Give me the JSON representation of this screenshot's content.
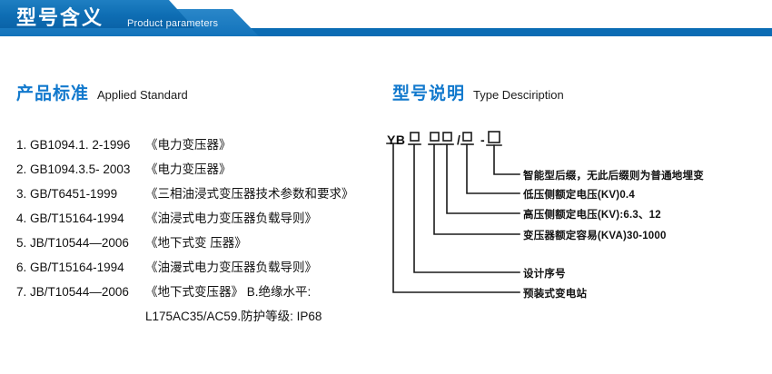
{
  "banner": {
    "title_cn": "型号含义",
    "title_en": "Product parameters",
    "color_dark": "#0b66b0",
    "color_light": "#1a7cc4",
    "color_bar": "#0b6cb4"
  },
  "sections": {
    "left": {
      "cn": "产品标准",
      "en": "Applied Standard"
    },
    "right": {
      "cn": "型号说明",
      "en": "Type Desciription"
    }
  },
  "standards": [
    {
      "index": "1.",
      "code": "GB1094.1. 2-1996",
      "name": "《电力变压器》"
    },
    {
      "index": "2.",
      "code": "GB1094.3.5- 2003",
      "name": "《电力变压器》"
    },
    {
      "index": "3.",
      "code": "GB/T6451-1999",
      "name": "《三相油浸式变压器技术参数和要求》"
    },
    {
      "index": "4.",
      "code": "GB/T15164-1994",
      "name": "《油浸式电力变压器负载导则》"
    },
    {
      "index": "5.",
      "code": "JB/T10544—2006",
      "name": "《地下式变 压器》"
    },
    {
      "index": "6.",
      "code": "GB/T15164-1994",
      "name": "《油漫式电力变压器负载导则》"
    },
    {
      "index": "7.",
      "code": "JB/T10544—2006",
      "name": "《地下式变压器》 B.绝缘水平:"
    },
    {
      "index": "",
      "code": "",
      "name": "L175AC35/AC59.防护等级: IP68"
    }
  ],
  "type_code": {
    "prefix": "YB",
    "separator_slash": "/",
    "separator_dash": "-",
    "boxes": [
      {
        "id": "box1",
        "label": "预装式变电站"
      },
      {
        "id": "box2",
        "label": "设计序号"
      },
      {
        "id": "box3",
        "label": "变压器额定容易(KVA)30-1000"
      },
      {
        "id": "box4",
        "label": "高压侧额定电压(KV):6.3、12"
      },
      {
        "id": "box5",
        "label": "低压侧额定电压(KV)0.4"
      },
      {
        "id": "box6",
        "label": "智能型后缀，无此后缀则为普通地埋变"
      }
    ]
  },
  "leader_labels": [
    "智能型后缀，无此后缀则为普通地埋变",
    "低压侧额定电压(KV)0.4",
    "高压侧额定电压(KV):6.3、12",
    "变压器额定容易(KVA)30-1000",
    "设计序号",
    "预装式变电站"
  ]
}
